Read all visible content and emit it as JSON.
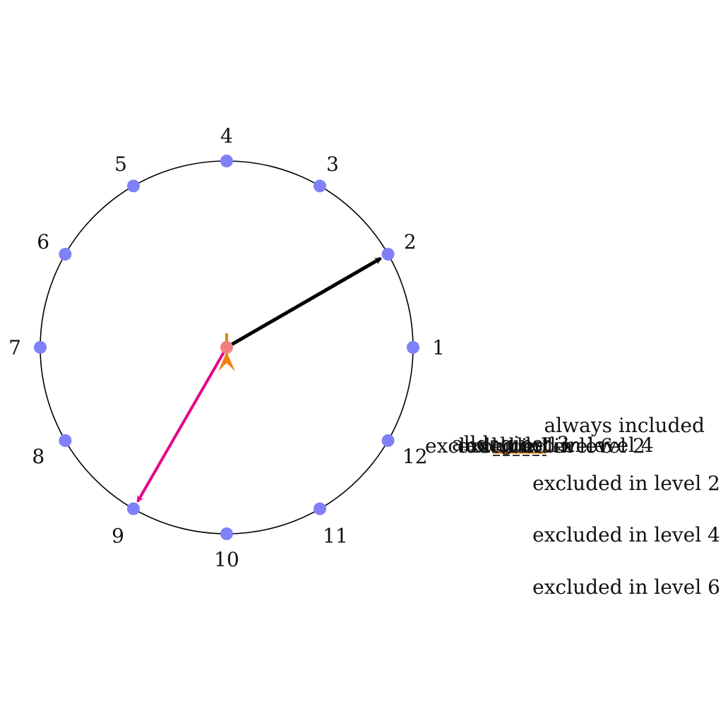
{
  "diagram": {
    "node_count": 12,
    "node_labels": [
      "1",
      "2",
      "3",
      "4",
      "5",
      "6",
      "7",
      "8",
      "9",
      "10",
      "11",
      "12"
    ],
    "colors": {
      "circle_outline": "#000000",
      "node_fill": "#8080f8",
      "center_fill": "#f08080",
      "arrow_black": "#000000",
      "arrow_magenta": "#e8008a",
      "arrow_orange": "#f08010"
    },
    "arrows": [
      {
        "name": "arrow-to-node-2",
        "from": "center",
        "to": "2",
        "color": "#000000"
      },
      {
        "name": "arrow-to-node-9",
        "from": "center",
        "to": "9",
        "color": "#e8008a"
      },
      {
        "name": "arrow-orange-short",
        "from": "center",
        "to": "down",
        "color": "#f08010"
      }
    ]
  },
  "overlapping_labels": [
    "excluded in level 6",
    "alldaginst 3",
    "excluded in level 2",
    "excluded in level 4"
  ],
  "legend": {
    "items": [
      {
        "label": "always included"
      },
      {
        "label": "excluded in level 2"
      },
      {
        "label": "excluded in level 4"
      },
      {
        "label": "excluded in level 6"
      }
    ]
  }
}
